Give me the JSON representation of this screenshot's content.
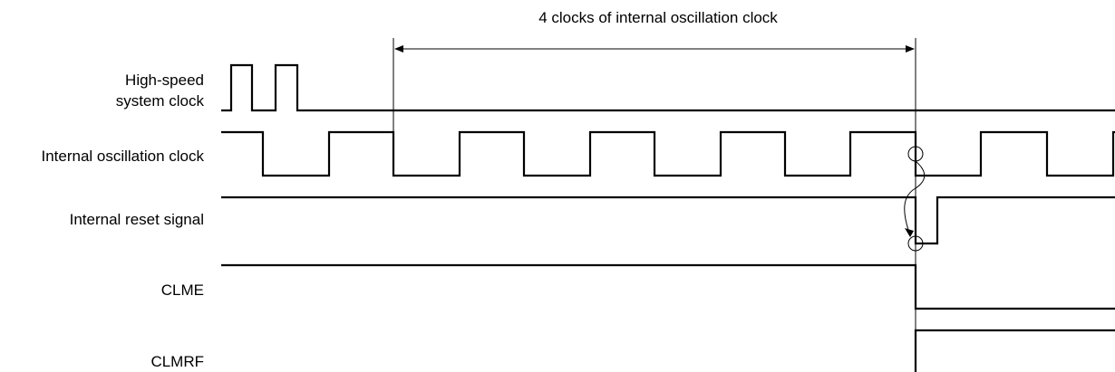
{
  "annotation": {
    "text": "4 clocks of internal oscillation clock"
  },
  "signals": [
    {
      "id": "hs",
      "label_lines": [
        "High-speed",
        "system clock"
      ]
    },
    {
      "id": "osc",
      "label_lines": [
        "Internal oscillation clock"
      ]
    },
    {
      "id": "rst",
      "label_lines": [
        "Internal reset signal"
      ]
    },
    {
      "id": "clme",
      "label_lines": [
        "CLME"
      ]
    },
    {
      "id": "clmrf",
      "label_lines": [
        "CLMRF"
      ]
    }
  ]
}
